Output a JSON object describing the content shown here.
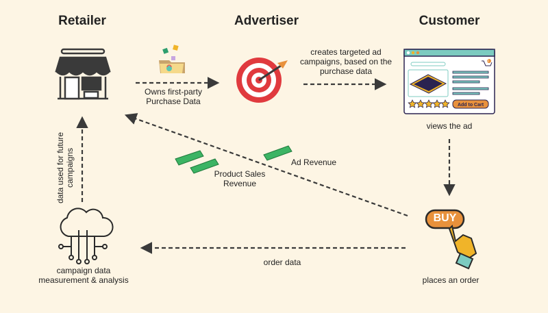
{
  "titles": {
    "retailer": "Retailer",
    "advertiser": "Advertiser",
    "customer": "Customer"
  },
  "labels": {
    "owns_data_1": "Owns first-party",
    "owns_data_2": "Purchase Data",
    "creates_1": "creates targeted ad",
    "creates_2": "campaigns, based on the",
    "creates_3": "purchase data",
    "views_ad": "views the ad",
    "places_order": "places an order",
    "order_data": "order data",
    "campaign_1": "campaign data",
    "campaign_2": "measurement & analysis",
    "future_1": "data used for future",
    "future_2": "campaigns",
    "ad_revenue": "Ad Revenue",
    "product_sales_1": "Product Sales",
    "product_sales_2": "Revenue"
  },
  "ad_mockup": {
    "button": "Add to Cart",
    "cart_count": "1",
    "rating_stars": 5
  },
  "buy_button": "BUY",
  "colors": {
    "background": "#fdf5e4",
    "arrow": "#3a3a3a",
    "money": "#3cb464",
    "target_red": "#e03a3e",
    "buy_orange": "#e8913c",
    "browser_teal": "#7ccbc0"
  }
}
